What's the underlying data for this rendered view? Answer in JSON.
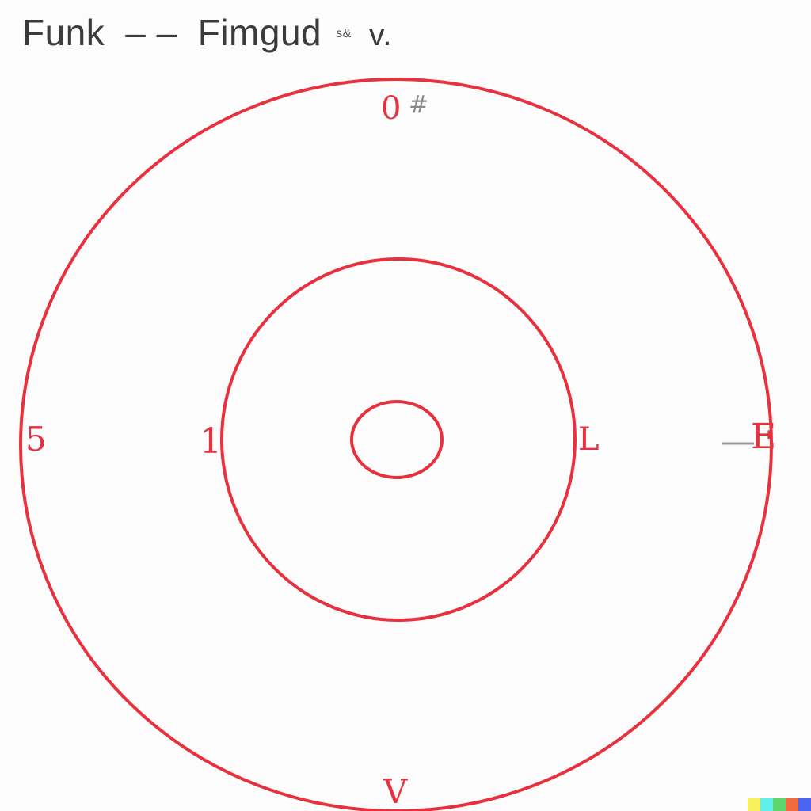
{
  "title": {
    "part1": "Funk",
    "dash": "– –",
    "part2": "Fimgud",
    "mark": "s&",
    "tail": "v."
  },
  "labels": {
    "top": "0",
    "top_extra": "#",
    "left": "5",
    "inner_left": "1",
    "inner_right": "L",
    "right": "E",
    "bottom": "V"
  },
  "colors": {
    "ring": "#e8313f",
    "title": "#3b3b3b",
    "background": "#fcfcfc"
  }
}
